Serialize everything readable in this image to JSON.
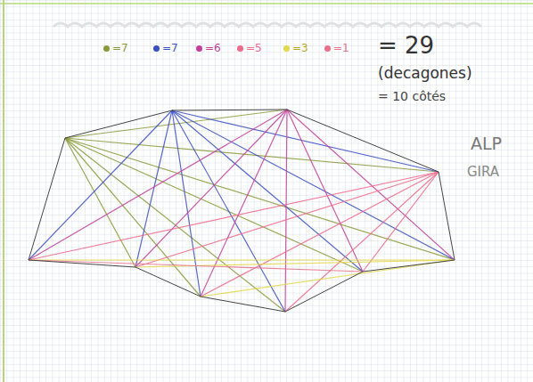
{
  "diagram": {
    "labels": [
      "= 29",
      "(decagones)",
      "= 10 côtés",
      "ALP",
      "GIRA"
    ],
    "legend": [
      {
        "text": "=7",
        "color": "#8a9a3a"
      },
      {
        "text": "=7",
        "color": "#3b4fc4"
      },
      {
        "text": "=6",
        "color": "#c2409a"
      },
      {
        "text": "=5",
        "color": "#f06a8a"
      },
      {
        "text": "=3",
        "color": "#e3d84a"
      },
      {
        "text": "=1",
        "color": "#e8708a"
      }
    ]
  }
}
